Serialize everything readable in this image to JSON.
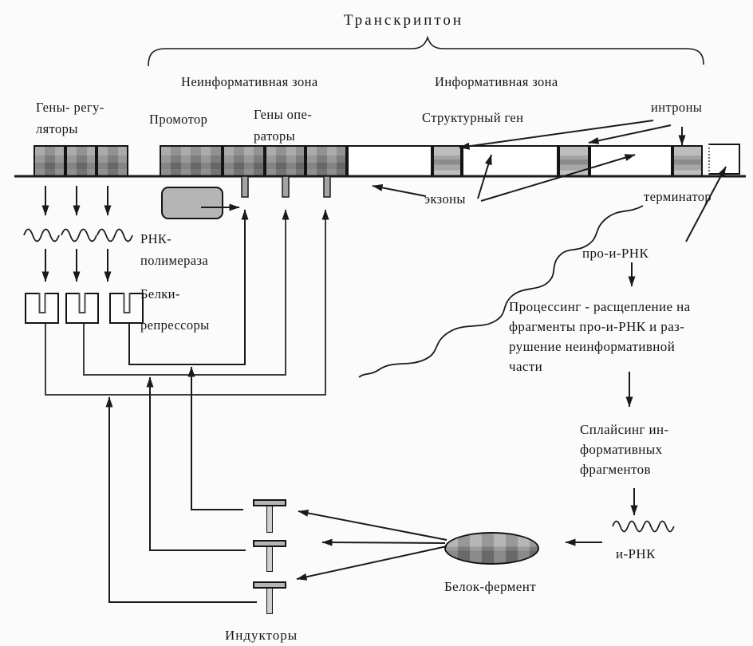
{
  "title": "Транскриптон",
  "zones": {
    "noninformative": "Неинформативная зона",
    "informative": "Информативная зона"
  },
  "labels": {
    "regulator_genes": [
      "Гены- регу-",
      "ляторы"
    ],
    "promoter": "Промотор",
    "operator_genes": [
      "Гены опе-",
      "раторы"
    ],
    "structural_gene": "Структурный ген",
    "introns": "интроны",
    "exons": "экзоны",
    "terminator": "терминатор",
    "rna_polymerase": [
      "РНК-",
      "полимераза"
    ],
    "repressor_proteins": [
      "Белки-",
      "репрессоры"
    ],
    "pro_mrna": "про-и-РНК",
    "processing": [
      "Процессинг - расщепление на",
      "фрагменты про-и-РНК и раз-",
      "рушение неинформативной",
      "части"
    ],
    "splicing": [
      "Сплайсинг ин-",
      "формативных",
      "фрагментов"
    ],
    "mrna": "и-РНК",
    "protein_enzyme": "Белок-фермент",
    "inducers": "Индукторы"
  },
  "colors": {
    "background": "#fbfbfb",
    "line": "#1a1a1a",
    "gene_block": "#828282",
    "intron_block": "#a9a9a9",
    "polymerase_fill": "#b5b5b5",
    "inducer_fill": "#b5b5b5",
    "tick_fill": "#a3a3a3"
  }
}
